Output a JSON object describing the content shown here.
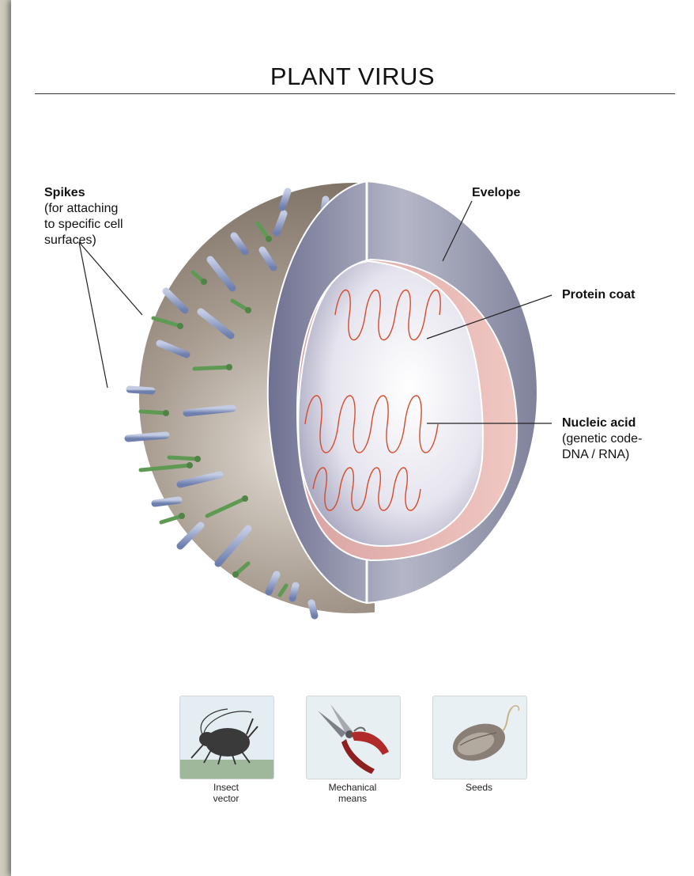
{
  "title": "PLANT VIRUS",
  "labels": {
    "spikes": {
      "name": "Spikes",
      "desc": [
        "(for attaching",
        "to specific cell",
        "surfaces)"
      ]
    },
    "envelope": {
      "name": "Evelope"
    },
    "protein_coat": {
      "name": "Protein coat"
    },
    "nucleic_acid": {
      "name": "Nucleic acid",
      "desc": [
        "(genetic code-",
        "DNA / RNA)"
      ]
    }
  },
  "transmission": [
    {
      "icon": "insect-icon",
      "caption": [
        "Insect",
        "vector"
      ]
    },
    {
      "icon": "pruning-shears-icon",
      "caption": [
        "Mechanical",
        "means"
      ]
    },
    {
      "icon": "seed-icon",
      "caption": [
        "Seeds"
      ]
    }
  ],
  "colors": {
    "shell_outer": "#857a6e",
    "envelope": "#9a9cb2",
    "protein_coat": "#e4b0ac",
    "interior": "#e4e6f0",
    "nucleic_acid": "#d94a2a",
    "spike_blue": "#8c9cc2",
    "spike_green": "#5f9a55"
  }
}
